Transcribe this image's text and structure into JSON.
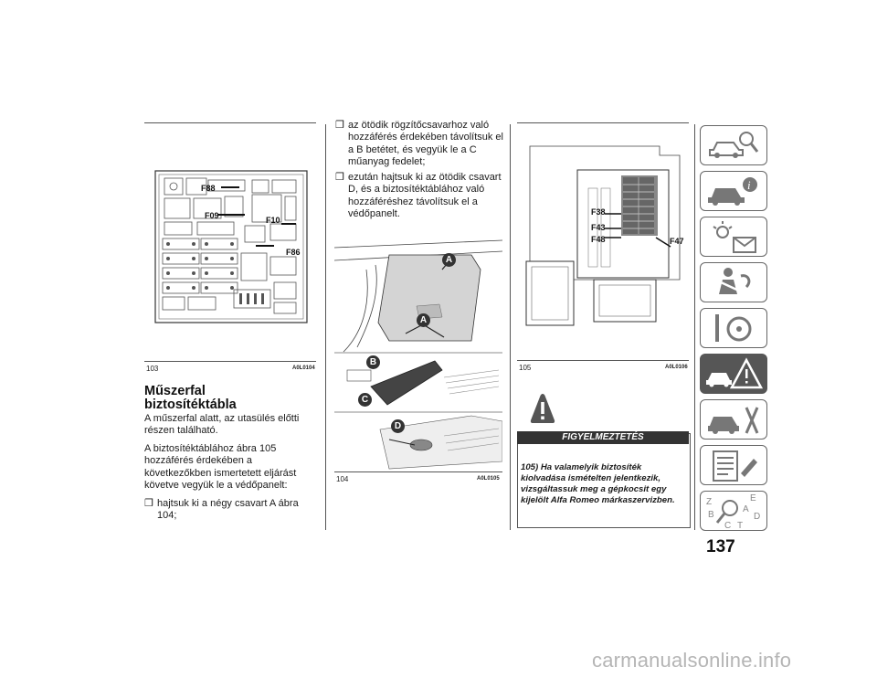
{
  "left_column": {
    "figure_caption": "103",
    "figure_code": "A0L0104",
    "callouts": [
      "F88",
      "F09",
      "F10",
      "F86"
    ],
    "heading_line1": "Műszerfal",
    "heading_line2": "biztosítéktábla",
    "para1": "A műszerfal alatt, az utasülés előtti részen található.",
    "para2": "A biztosítéktáblához ábra 105 hozzáférés érdekében a következőkben ismertetett eljárást követve vegyük le a védőpanelt:",
    "bullet1": "hajtsuk ki a négy csavart A ábra 104;"
  },
  "middle_column": {
    "bullet2": "az ötödik rögzítőcsavarhoz való hozzáférés érdekében távolítsuk el a B betétet, és vegyük le a C műanyag fedelet;",
    "bullet3": "ezután hajtsuk ki az ötödik csavart D, és a biztosítéktáblához való hozzáféréshez távolítsuk el a védőpanelt.",
    "figure_caption": "104",
    "figure_code": "A0L0105",
    "callouts": [
      "A",
      "A",
      "B",
      "C",
      "D"
    ]
  },
  "right_column": {
    "figure_caption": "105",
    "figure_code": "A0L0106",
    "callouts": [
      "F38",
      "F43",
      "F48",
      "F47"
    ],
    "warning_title": "FIGYELMEZTETÉS",
    "warning_number": "105)",
    "warning_text": "Ha valamelyik biztosíték kiolvadása ismételten jelentkezik, vizsgáltassuk meg a gépkocsit egy kijelölt Alfa Romeo márkaszervizben."
  },
  "sidebar": {
    "tabs": [
      "car-search-icon",
      "car-info-icon",
      "warning-light-envelope-icon",
      "airbag-person-icon",
      "steering-wheel-icon",
      "car-warning-icon",
      "car-tools-icon",
      "document-icon",
      "alphabet-search-icon"
    ],
    "active_index": 5,
    "alphabet_letters": [
      "Z",
      "E",
      "A",
      "B",
      "D",
      "C",
      "T"
    ]
  },
  "page_number": "137",
  "watermark": "carmanualsonline.info",
  "colors": {
    "tab_active": "#565656",
    "warning_header": "#333333"
  }
}
